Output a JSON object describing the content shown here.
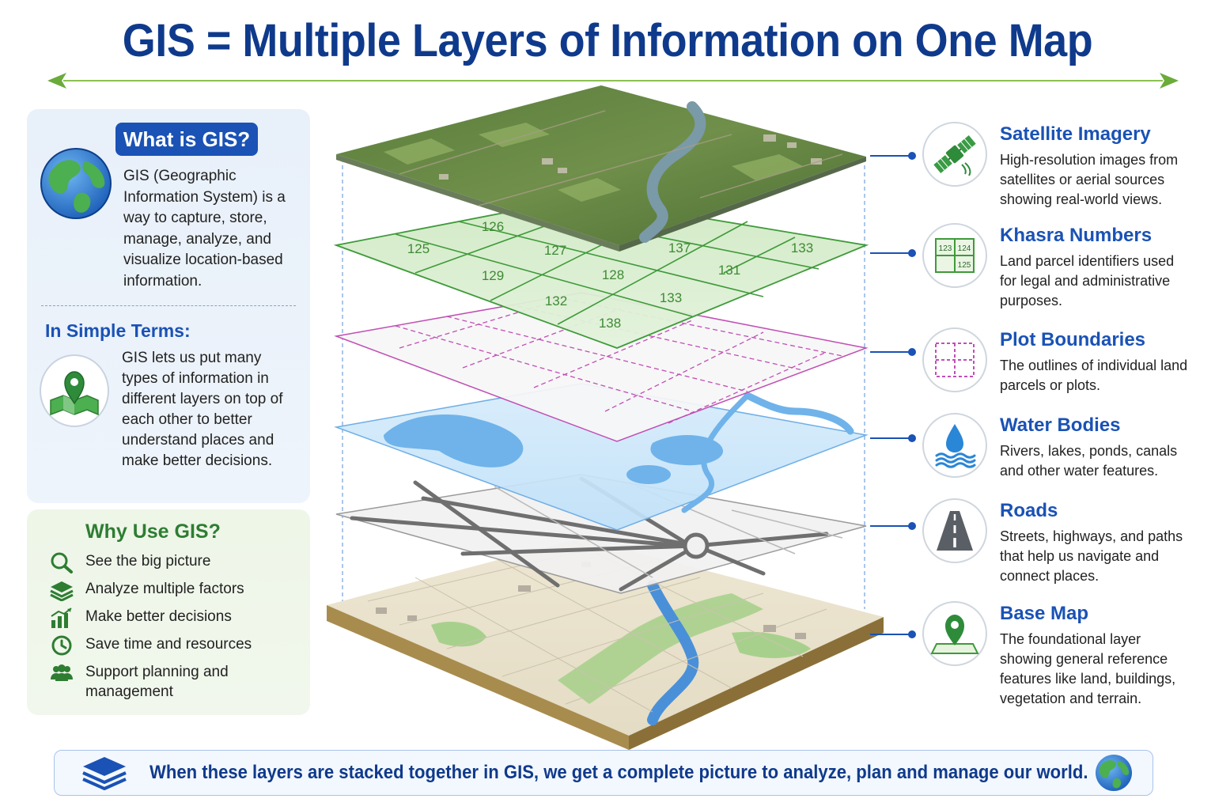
{
  "title": "GIS = Multiple Layers of Information on One Map",
  "what_is": {
    "heading": "What is GIS?",
    "term": "GIS (Geographic Information System)",
    "definition": "is a way to capture, store, manage, analyze, and visualize location-based information."
  },
  "simple_terms": {
    "heading": "In Simple Terms:",
    "text": "GIS lets us put many types of information in different layers on top of each other to better understand places and make better decisions."
  },
  "why_use": {
    "heading": "Why Use GIS?",
    "items": [
      {
        "label": "See the big picture",
        "icon": "magnifier-icon"
      },
      {
        "label": "Analyze multiple factors",
        "icon": "layers-icon"
      },
      {
        "label": "Make better decisions",
        "icon": "bar-chart-icon"
      },
      {
        "label": "Save time and resources",
        "icon": "clock-icon"
      },
      {
        "label": "Support planning and management",
        "icon": "people-icon"
      }
    ]
  },
  "khasra_labels": [
    "125",
    "126",
    "127",
    "137",
    "133",
    "129",
    "128",
    "131",
    "132",
    "133",
    "138"
  ],
  "khasra_icon_labels": [
    "123",
    "124",
    "125"
  ],
  "layers": [
    {
      "title": "Satellite Imagery",
      "description": "High-resolution images from satellites or aerial sources showing real-world views.",
      "icon": "satellite-icon"
    },
    {
      "title": "Khasra Numbers",
      "description": "Land parcel identifiers used for legal and administrative purposes.",
      "icon": "parcel-grid-icon"
    },
    {
      "title": "Plot Boundaries",
      "description": "The outlines of individual land parcels or plots.",
      "icon": "boundary-icon"
    },
    {
      "title": "Water Bodies",
      "description": "Rivers, lakes, ponds, canals and other water features.",
      "icon": "water-drop-icon"
    },
    {
      "title": "Roads",
      "description": "Streets, highways, and paths that help us navigate and connect places.",
      "icon": "road-icon"
    },
    {
      "title": "Base Map",
      "description": "The foundational layer showing general reference features like land, buildings, vegetation and terrain.",
      "icon": "map-pin-icon"
    }
  ],
  "footer": {
    "text": "When these layers are stacked together in GIS, we get a complete picture to analyze, plan and manage our world."
  },
  "colors": {
    "title": "#0f3a8c",
    "accent_blue": "#1a52b5",
    "green": "#2e7d32",
    "khasra_green": "#3f9a3a",
    "plot_magenta": "#c04fb5",
    "water_blue": "#5aa7e6"
  }
}
